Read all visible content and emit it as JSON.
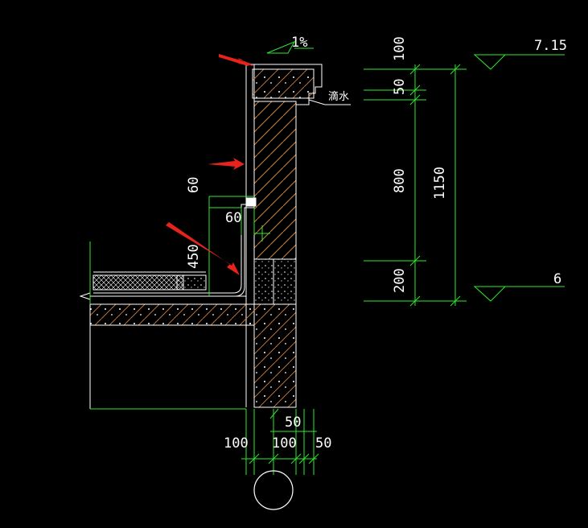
{
  "annotations": {
    "slope": "1%",
    "drip_label": "滴水"
  },
  "elevations": {
    "top": "7.15",
    "bottom": "6"
  },
  "dimensions": {
    "right_top": "100",
    "right_drip": "50",
    "right_wall": "800",
    "right_total": "1150",
    "right_base": "200",
    "upstand_top": "60",
    "upstand_width": "60",
    "upstand_height": "450",
    "bottom_right_50": "50",
    "bottom_left_100": "100",
    "bottom_mid_100": "100",
    "bottom_right_50b": "50"
  },
  "colors": {
    "background": "#000000",
    "outline": "#ffffff",
    "dimension": "#2ee82e",
    "hatch": "#c8834a",
    "arrow": "#e8231c"
  }
}
